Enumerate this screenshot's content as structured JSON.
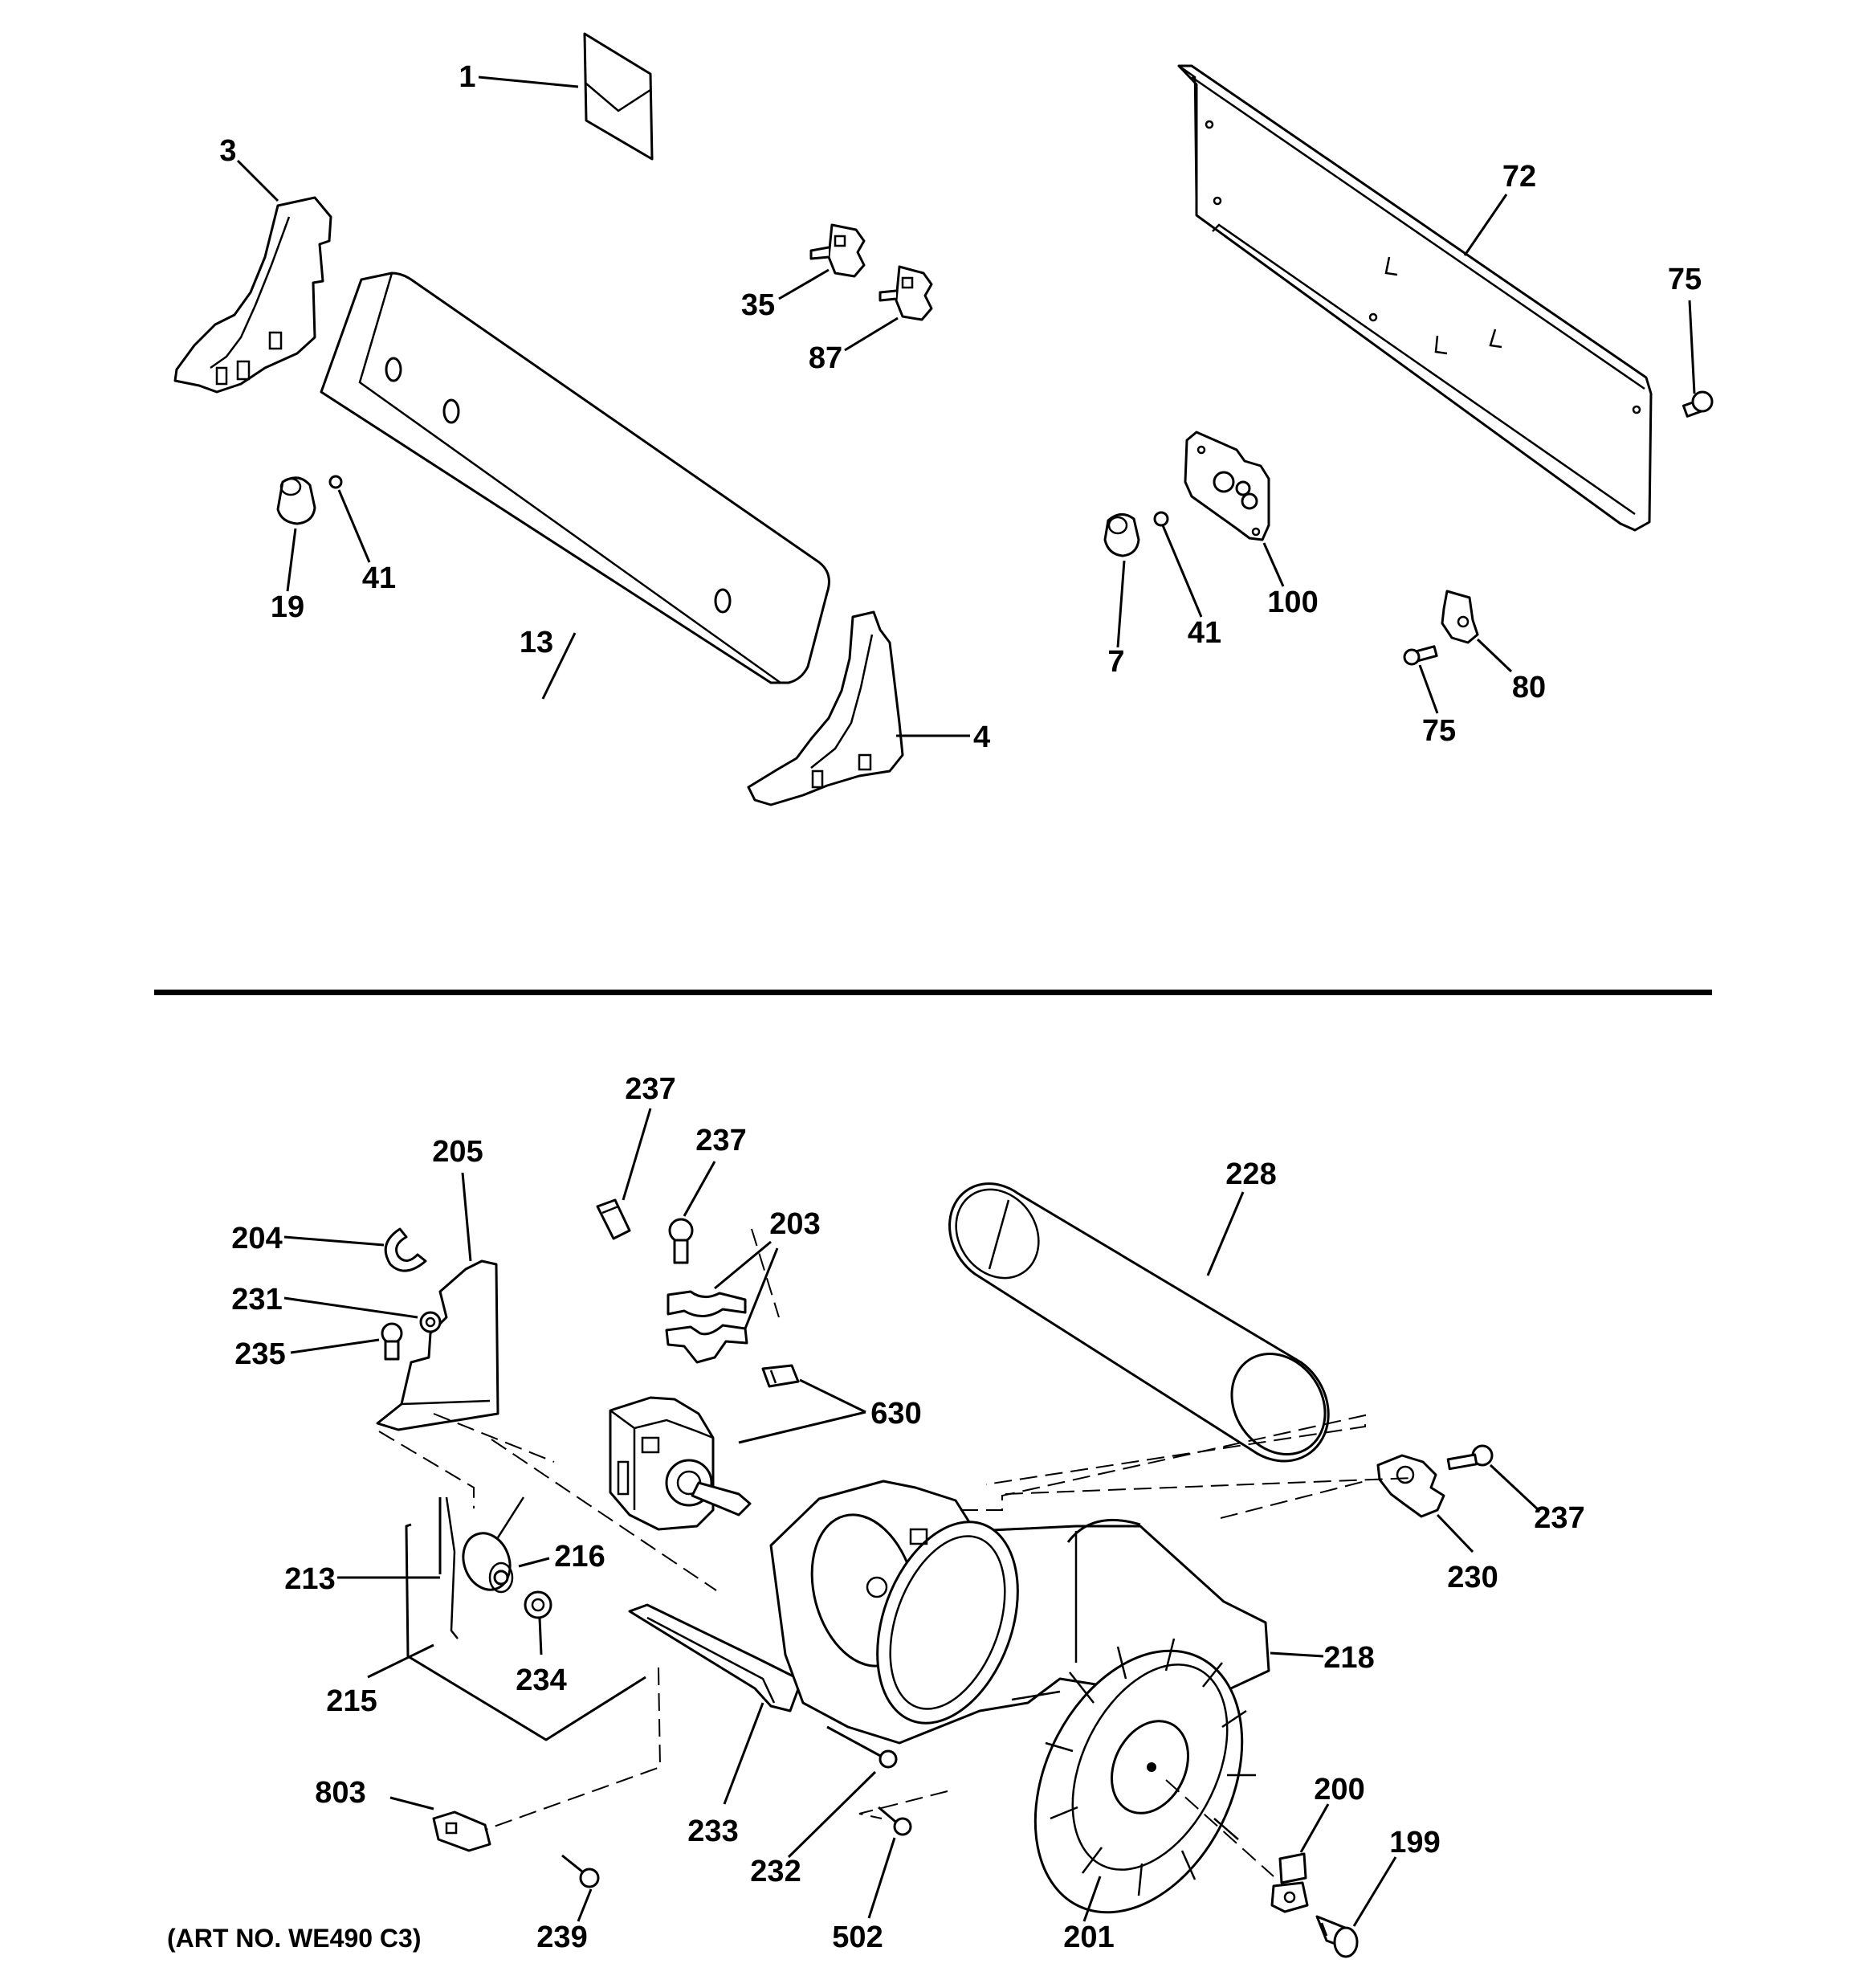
{
  "labels": {
    "p1": "1",
    "p3": "3",
    "p35": "35",
    "p87": "87",
    "p72": "72",
    "p75a": "75",
    "p13": "13",
    "p19": "19",
    "p41a": "41",
    "p4": "4",
    "p7": "7",
    "p41b": "41",
    "p100": "100",
    "p80": "80",
    "p75b": "75",
    "p237a": "237",
    "p237b": "237",
    "p205": "205",
    "p204": "204",
    "p231": "231",
    "p235": "235",
    "p203": "203",
    "p228": "228",
    "p630": "630",
    "p237c": "237",
    "p230": "230",
    "p216": "216",
    "p213": "213",
    "p234": "234",
    "p215": "215",
    "p218": "218",
    "p803": "803",
    "p233": "233",
    "p232": "232",
    "p502": "502",
    "p239": "239",
    "p201": "201",
    "p200": "200",
    "p199": "199"
  },
  "art_number": "(ART NO. WE490 C3)"
}
